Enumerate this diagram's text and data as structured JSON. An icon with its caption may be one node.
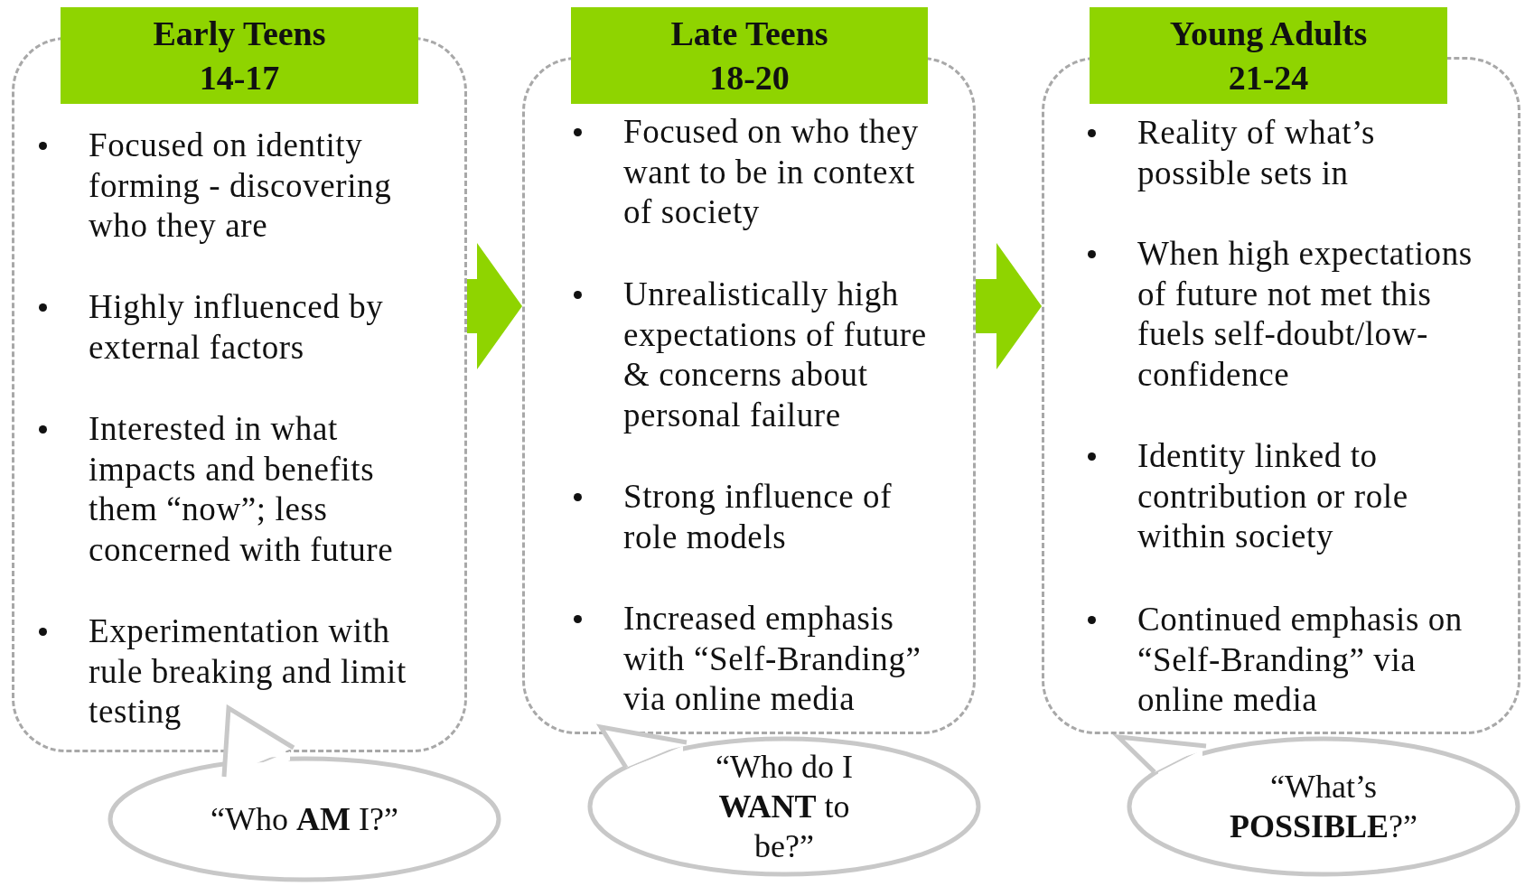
{
  "diagram": {
    "nodes": [
      {
        "text": [
          "Focused on identity forming - discovering who they are",
          "Highly influenced by external factors",
          "Interested in what impacts and benefits them “now”; less concerned with future",
          "Experimentation with rule breaking and limit testing"
        ]
      },
      {
        "text": [
          "Early Teens",
          "14-17"
        ]
      },
      {
        "text": [
          "Focused on who they want to be in context of society",
          "Unrealistically high expectations of future & concerns about personal failure",
          "Strong influence of role models",
          "Increased emphasis with “Self-Branding” via online media"
        ]
      },
      {
        "text": [
          "Late Teens",
          "18-20"
        ]
      },
      {
        "text": [
          "Reality of what’s possible sets in",
          "When high expectations of future not met this fuels self-doubt/low-confidence",
          "Identity linked to contribution or role within society",
          "Continued emphasis on “Self-Branding” via online media"
        ]
      },
      {
        "text": [
          "Young Adults",
          "21-24"
        ]
      },
      {
        "text": [
          "“Who **AM** I?”"
        ]
      },
      {
        "text": [
          "“Who do I **WANT** to be?”"
        ]
      },
      {
        "text": [
          "“What’s **POSSIBLE**?”"
        ]
      }
    ],
    "edges": [
      {
        "from": 0,
        "to": 2,
        "arrow": "to"
      },
      {
        "from": 2,
        "to": 4,
        "arrow": "to"
      }
    ]
  }
}
